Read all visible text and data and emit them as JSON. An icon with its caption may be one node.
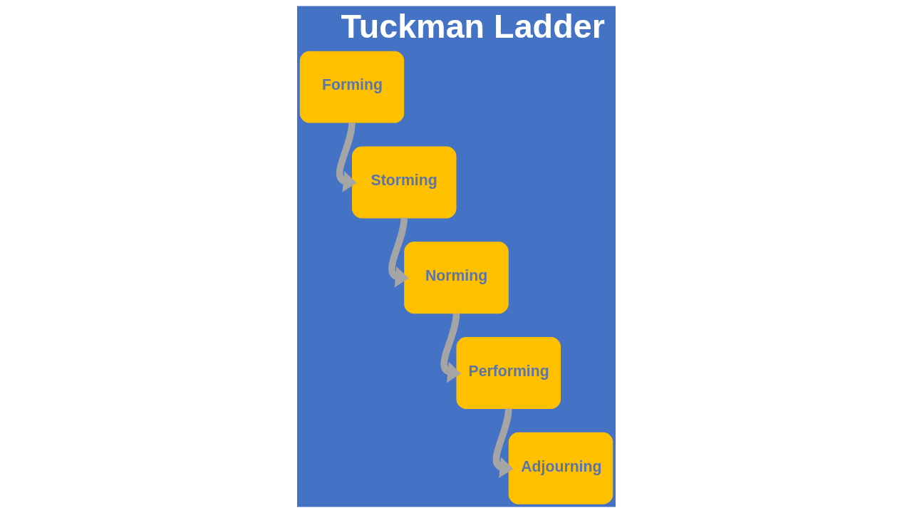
{
  "diagram": {
    "title": "Tuckman Ladder",
    "nodes": [
      {
        "text": [
          "Forming"
        ]
      },
      {
        "text": [
          "Storming"
        ]
      },
      {
        "text": [
          "Norming"
        ]
      },
      {
        "text": [
          "Performing"
        ]
      },
      {
        "text": [
          "Adjourning"
        ]
      }
    ],
    "edges": [
      {
        "from": 0,
        "to": 1,
        "arrow": "to"
      },
      {
        "from": 1,
        "to": 2,
        "arrow": "to"
      },
      {
        "from": 2,
        "to": 3,
        "arrow": "to"
      },
      {
        "from": 3,
        "to": 4,
        "arrow": "to"
      }
    ]
  }
}
